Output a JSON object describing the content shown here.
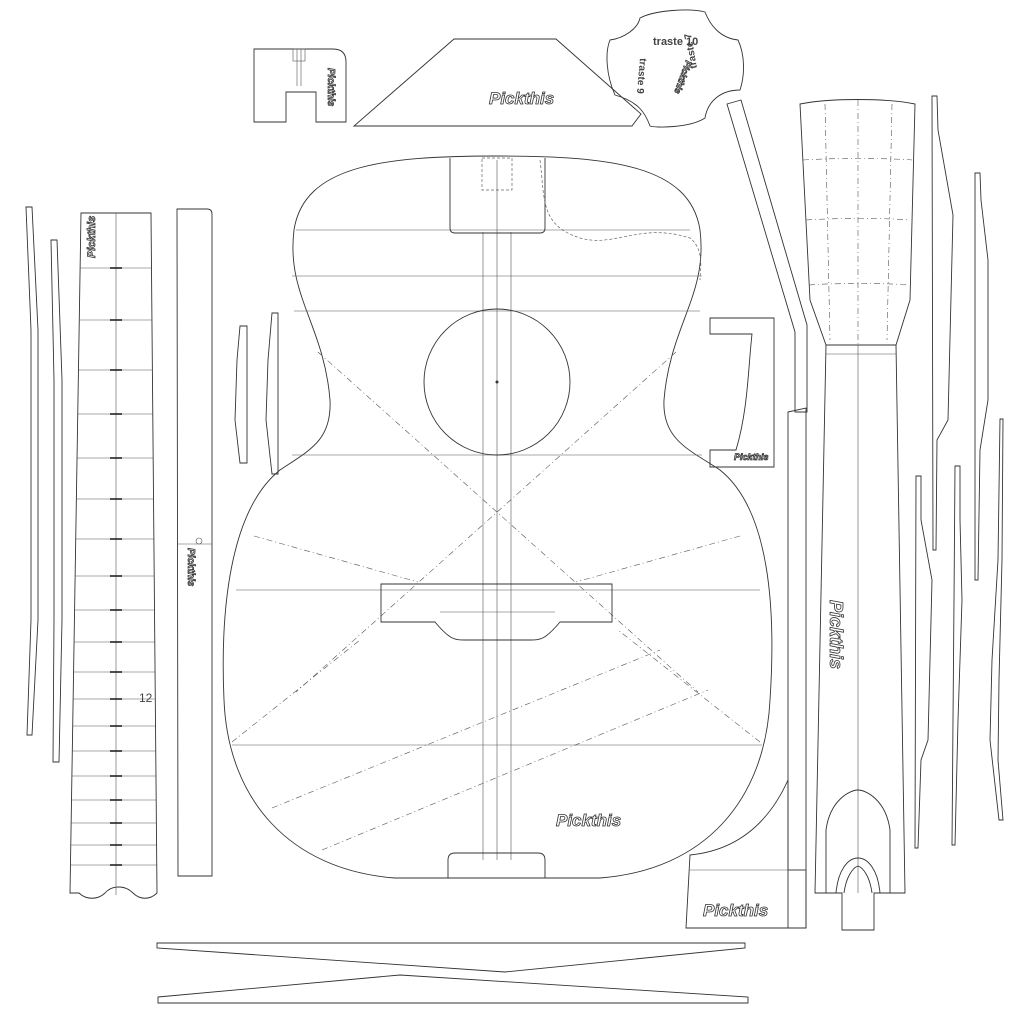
{
  "brand": "Pickthis",
  "fret_label": "12",
  "gauge_labels": {
    "top": "traste 10",
    "left": "traste 9",
    "right": "traste 7"
  }
}
